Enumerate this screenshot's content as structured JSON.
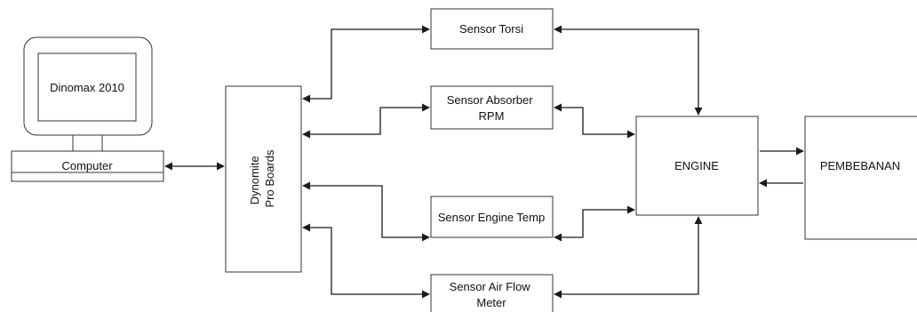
{
  "diagram": {
    "monitor_label": "Dinomax 2010",
    "computer_label": "Computer",
    "board_label_line1": "Dynomite",
    "board_label_line2": "Pro Boards",
    "sensor_torsi": "Sensor Torsi",
    "sensor_absorber_line1": "Sensor Absorber",
    "sensor_absorber_line2": "RPM",
    "sensor_engine_temp": "Sensor Engine Temp",
    "sensor_airflow_line1": "Sensor Air Flow",
    "sensor_airflow_line2": "Meter",
    "engine_label": "ENGINE",
    "load_label": "PEMBEBANAN"
  },
  "colors": {
    "line": "#1a1a1a",
    "box_border": "#333333",
    "background": "#ffffff"
  }
}
